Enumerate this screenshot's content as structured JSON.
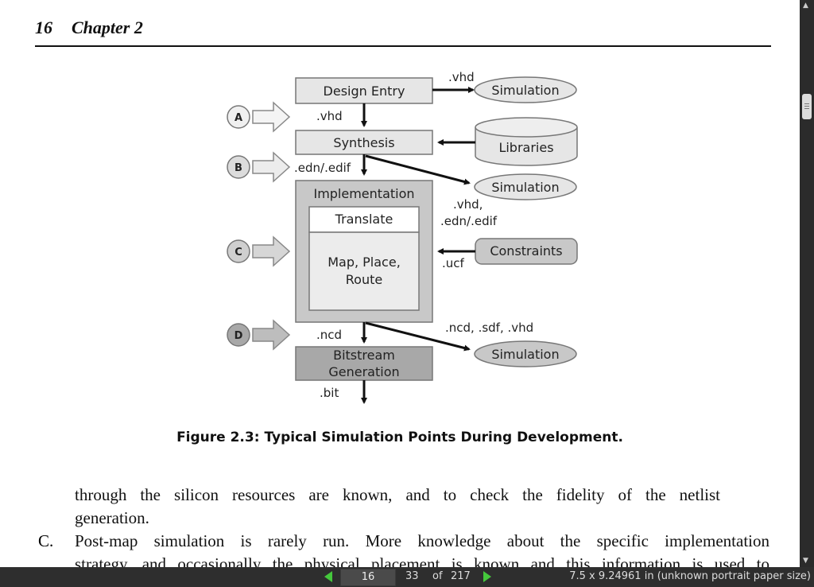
{
  "header": {
    "page_number": "16",
    "chapter": "Chapter 2"
  },
  "figure": {
    "caption": "Figure 2.3: Typical Simulation Points During Development.",
    "boxes": {
      "design_entry": "Design Entry",
      "synthesis": "Synthesis",
      "implementation": "Implementation",
      "translate": "Translate",
      "map_place_route_1": "Map, Place,",
      "map_place_route_2": "Route",
      "bitstream_1": "Bitstream",
      "bitstream_2": "Generation",
      "libraries": "Libraries",
      "constraints": "Constraints",
      "simulation": "Simulation"
    },
    "markers": [
      "A",
      "B",
      "C",
      "D"
    ],
    "labels": {
      "vhd_top": ".vhd",
      "vhd_left": ".vhd",
      "edn_edif": ".edn/.edif",
      "vhd_comma": ".vhd,",
      "edn_edif_2": ".edn/.edif",
      "ucf": ".ucf",
      "ncd": ".ncd",
      "ncd_sdf_vhd": ".ncd, .sdf, .vhd",
      "bit": ".bit"
    }
  },
  "body": {
    "p1": "through the silicon resources are known, and to check the fidelity of the netlist",
    "p2": "generation.",
    "item_label": "C.",
    "p3": "Post-map simulation is rarely run. More knowledge about the specific implementation",
    "p4": "strategy, and occasionally the physical placement is known and this information is used to"
  },
  "statusbar": {
    "current_page": "16",
    "page_position": "33",
    "of_label": "of",
    "total_pages": "217",
    "paper_size": "7.5 x 9.24961 in (unknown portrait paper size)"
  },
  "colors": {
    "nav_arrow": "#45c83c",
    "box_light": "#e6e6e6",
    "box_mid": "#c8c8c8",
    "box_dark": "#a8a8a8"
  }
}
